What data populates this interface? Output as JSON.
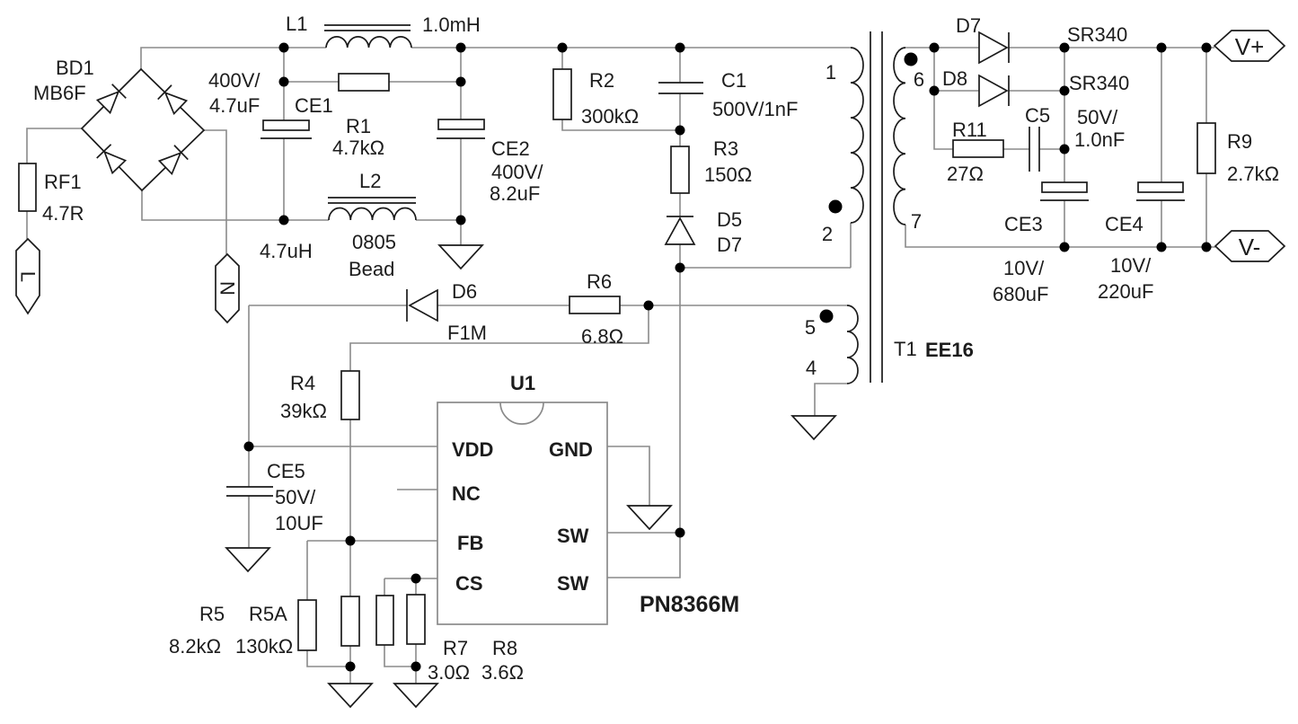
{
  "colors": {
    "wire": "#8a8a8a",
    "sym": "#1b1b1b",
    "text": "#1c1c1c",
    "dot": "#000000",
    "bg": "#ffffff"
  },
  "c": {
    "bd1": {
      "ref": "BD1",
      "part": "MB6F"
    },
    "rf1": {
      "ref": "RF1",
      "value": "4.7R"
    },
    "term_l": {
      "label": "L"
    },
    "term_n": {
      "label": "N"
    },
    "l1": {
      "ref": "L1",
      "value": "1.0mH"
    },
    "ce1": {
      "ref": "CE1",
      "v1": "400V/",
      "v2": "4.7uF"
    },
    "r1": {
      "ref": "R1",
      "value": "4.7kΩ"
    },
    "ce2": {
      "ref": "CE2",
      "v1": "400V/",
      "v2": "8.2uF"
    },
    "l2": {
      "ref": "L2",
      "value": "4.7uH",
      "n1": "0805",
      "n2": "Bead"
    },
    "r2": {
      "ref": "R2",
      "value": "300kΩ"
    },
    "c1": {
      "ref": "C1",
      "value": "500V/1nF"
    },
    "r3": {
      "ref": "R3",
      "value": "150Ω"
    },
    "d5": {
      "ref": "D5",
      "part": "D7"
    },
    "d6": {
      "ref": "D6",
      "part": "F1M"
    },
    "r6": {
      "ref": "R6",
      "value": "6.8Ω"
    },
    "r4": {
      "ref": "R4",
      "value": "39kΩ"
    },
    "ce5": {
      "ref": "CE5",
      "v1": "50V/",
      "v2": "10UF"
    },
    "u1": {
      "ref": "U1",
      "part": "PN8366M",
      "vdd": "VDD",
      "nc": "NC",
      "fb": "FB",
      "cs": "CS",
      "gnd": "GND",
      "sw1": "SW",
      "sw2": "SW"
    },
    "r5": {
      "ref": "R5",
      "value": "8.2kΩ"
    },
    "r5a": {
      "ref": "R5A",
      "value": "130kΩ"
    },
    "r7": {
      "ref": "R7",
      "value": "3.0Ω"
    },
    "r8": {
      "ref": "R8",
      "value": "3.6Ω"
    },
    "t1": {
      "ref": "T1",
      "part": "EE16",
      "p1": "1",
      "p2": "2",
      "p4": "4",
      "p5": "5",
      "p6": "6",
      "p7": "7"
    },
    "d7": {
      "ref": "D7",
      "part": "SR340"
    },
    "d8": {
      "ref": "D8",
      "part": "SR340"
    },
    "r11": {
      "ref": "R11",
      "value": "27Ω"
    },
    "c5": {
      "ref": "C5",
      "v1": "50V/",
      "v2": "1.0nF"
    },
    "ce3": {
      "ref": "CE3",
      "v1": "10V/",
      "v2": "680uF"
    },
    "ce4": {
      "ref": "CE4",
      "v1": "10V/",
      "v2": "220uF"
    },
    "r9": {
      "ref": "R9",
      "value": "2.7kΩ"
    },
    "term_vp": {
      "label": "V+"
    },
    "term_vm": {
      "label": "V-"
    }
  }
}
